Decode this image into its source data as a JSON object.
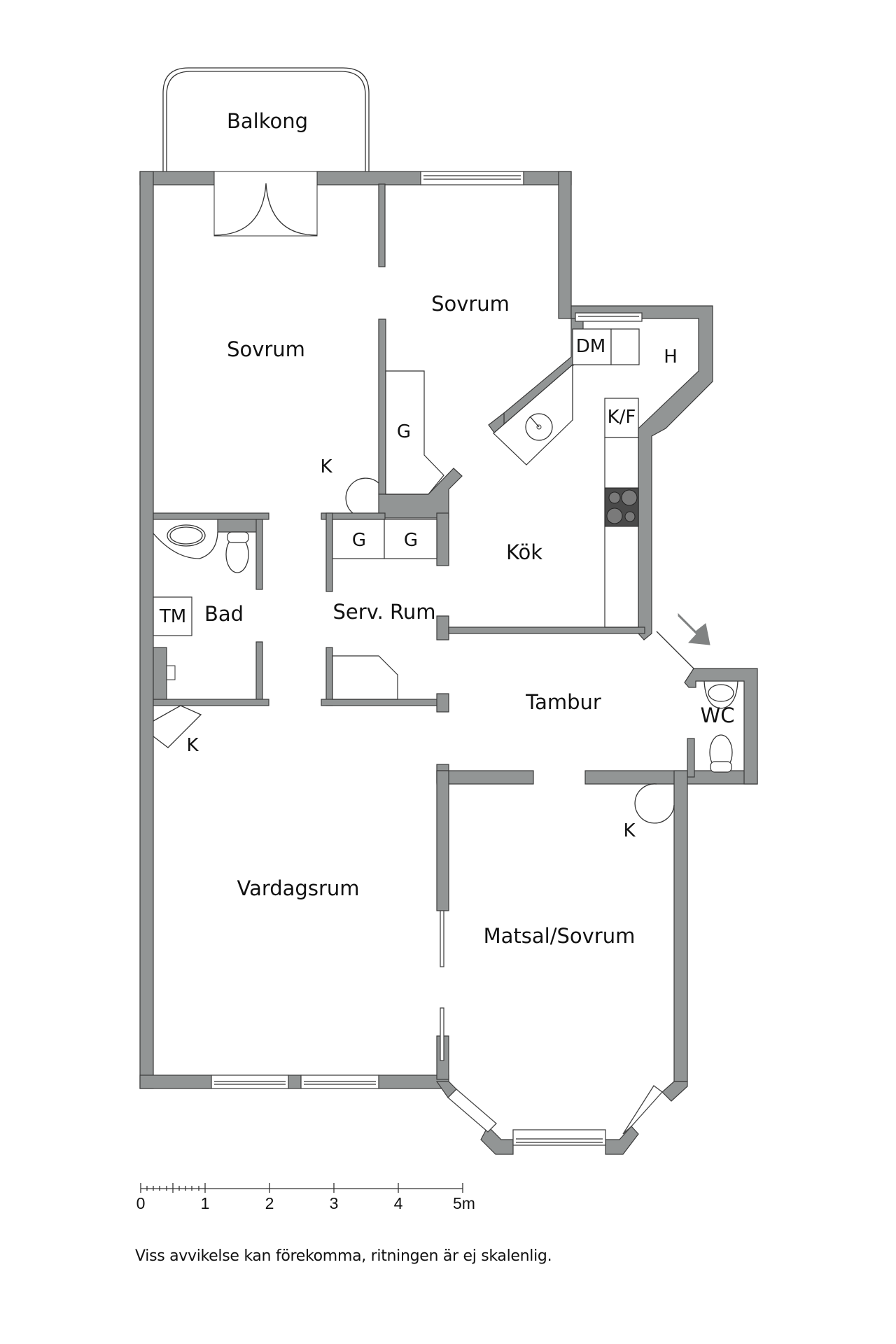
{
  "floorplan": {
    "rooms": {
      "balkong": "Balkong",
      "sovrum_left": "Sovrum",
      "sovrum_right": "Sovrum",
      "kok": "Kök",
      "bad": "Bad",
      "serv_rum": "Serv. Rum",
      "tambur": "Tambur",
      "wc": "WC",
      "vardagsrum": "Vardagsrum",
      "matsal_sovrum": "Matsal/Sovrum"
    },
    "fixtures": {
      "dm": "DM",
      "h": "H",
      "kf": "K/F",
      "tm": "TM",
      "g_closet_kitchen": "G",
      "g_closet_1": "G",
      "g_closet_2": "G",
      "k_sovrum": "K",
      "k_vardagsrum": "K",
      "k_matsal": "K"
    },
    "colors": {
      "wall": "#929595",
      "wall_outline": "#3a3a3a",
      "stove": "#4a4a4a",
      "entrance_arrow": "#808282"
    }
  },
  "scale_bar": {
    "ticks": [
      "0",
      "1",
      "2",
      "3",
      "4",
      "5m"
    ],
    "unit": "m"
  },
  "footer": {
    "disclaimer": "Viss avvikelse kan förekomma, ritningen är ej skalenlig."
  }
}
